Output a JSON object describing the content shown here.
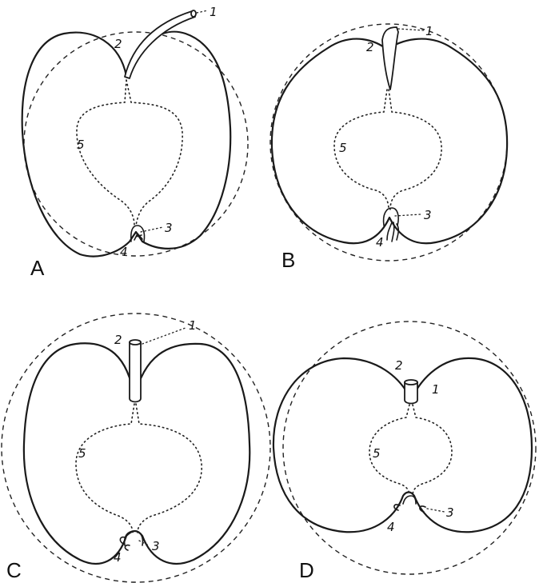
{
  "panels": [
    {
      "letter": "A",
      "labels": {
        "stem": "1",
        "cavity": "2",
        "eye": "3",
        "calyx": "4",
        "core": "5"
      }
    },
    {
      "letter": "B",
      "labels": {
        "stem": "1",
        "cavity": "2",
        "eye": "3",
        "calyx": "4",
        "core": "5"
      }
    },
    {
      "letter": "C",
      "labels": {
        "stem": "1",
        "cavity": "2",
        "eye": "3",
        "calyx": "4",
        "core": "5"
      }
    },
    {
      "letter": "D",
      "labels": {
        "stem": "1",
        "cavity": "2",
        "eye": "3",
        "calyx": "4",
        "core": "5"
      }
    }
  ]
}
